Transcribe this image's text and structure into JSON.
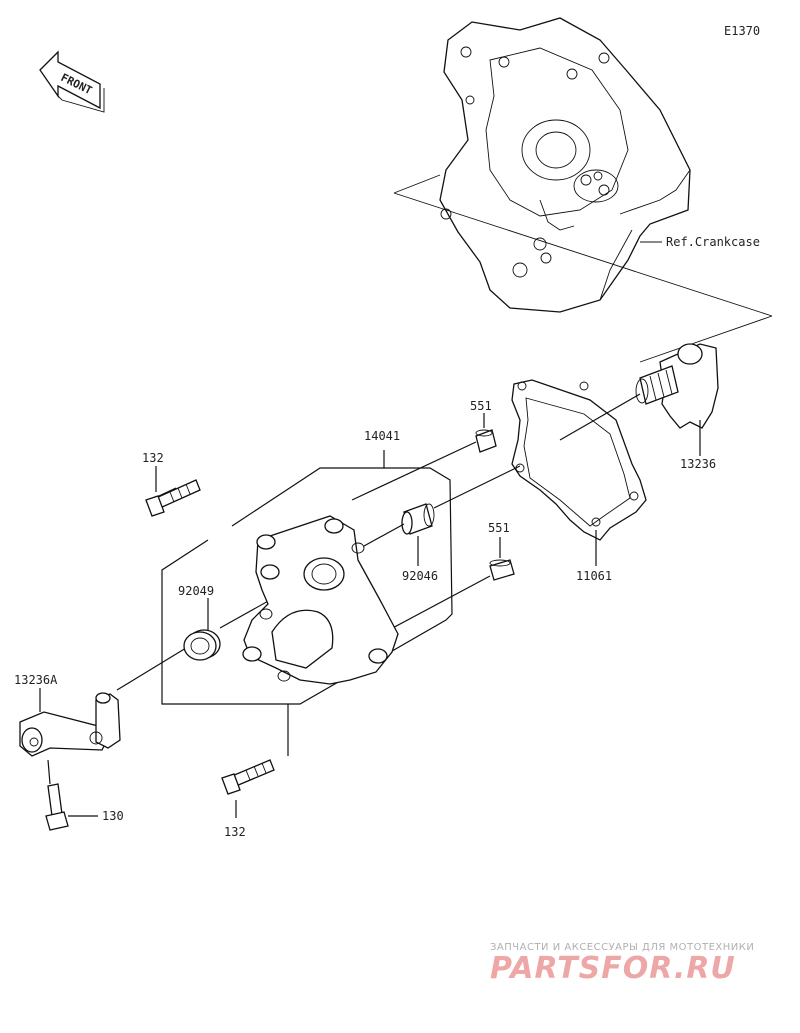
{
  "diagram": {
    "code": "E1370",
    "front_label": "FRONT",
    "ref_label": "Ref.Crankcase"
  },
  "parts": [
    {
      "number": "551"
    },
    {
      "number": "14041"
    },
    {
      "number": "132"
    },
    {
      "number": "13236"
    },
    {
      "number": "92046"
    },
    {
      "number": "551"
    },
    {
      "number": "11061"
    },
    {
      "number": "92049"
    },
    {
      "number": "13236A"
    },
    {
      "number": "130"
    },
    {
      "number": "132"
    }
  ],
  "watermark": {
    "subtitle": "ЗАПЧАСТИ И АКСЕССУАРЫ ДЛЯ МОТОТЕХНИКИ",
    "brand": "PARTSFOR.RU"
  }
}
